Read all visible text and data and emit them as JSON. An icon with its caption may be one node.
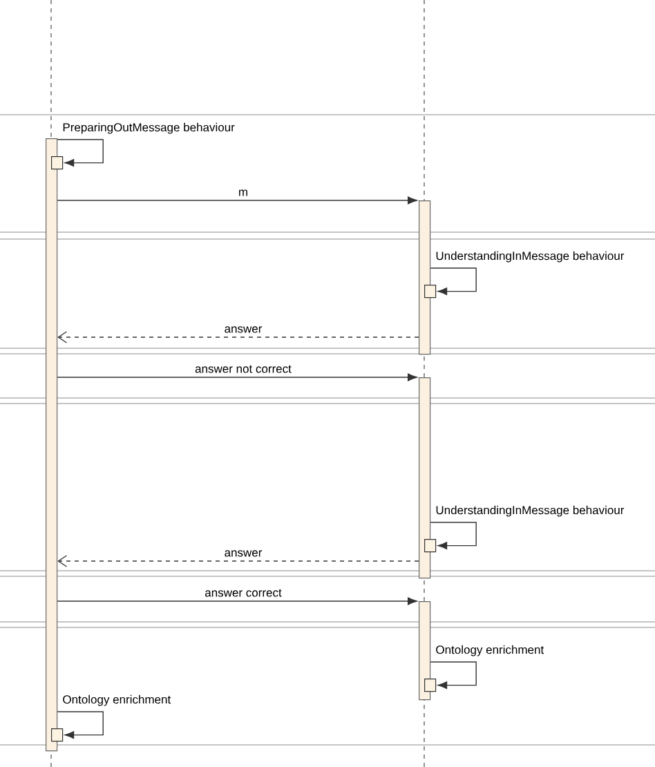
{
  "diagram": {
    "nodes": [
      {
        "text": [],
        "shape": "bar"
      },
      {
        "text": [],
        "shape": "bar"
      },
      {
        "text": [],
        "shape": "bar"
      },
      {
        "text": [],
        "shape": "bar"
      },
      {
        "text": [],
        "shape": "box",
        "in": 0
      },
      {
        "text": [],
        "shape": "box",
        "in": 1
      },
      {
        "text": [],
        "shape": "box",
        "in": 2
      },
      {
        "text": [],
        "shape": "box",
        "in": 3
      },
      {
        "text": [],
        "shape": "box",
        "in": 0
      }
    ],
    "edges": [
      {
        "from": 0,
        "to": 4,
        "arrow": "to",
        "label": "PreparingOutMessage behaviour"
      },
      {
        "from": 0,
        "to": 1,
        "arrow": "to",
        "label": "m"
      },
      {
        "from": 1,
        "to": 5,
        "arrow": "to",
        "label": "UnderstandingInMessage behaviour"
      },
      {
        "from": 1,
        "to": 0,
        "arrow": "to",
        "label": "answer",
        "style": "dashed"
      },
      {
        "from": 0,
        "to": 2,
        "arrow": "to",
        "label": "answer not correct"
      },
      {
        "from": 2,
        "to": 6,
        "arrow": "to",
        "label": "UnderstandingInMessage behaviour"
      },
      {
        "from": 2,
        "to": 0,
        "arrow": "to",
        "label": "answer",
        "style": "dashed"
      },
      {
        "from": 0,
        "to": 3,
        "arrow": "to",
        "label": "answer correct"
      },
      {
        "from": 3,
        "to": 7,
        "arrow": "to",
        "label": "Ontology enrichment"
      },
      {
        "from": 0,
        "to": 8,
        "arrow": "to",
        "label": "Ontology enrichment"
      }
    ]
  }
}
